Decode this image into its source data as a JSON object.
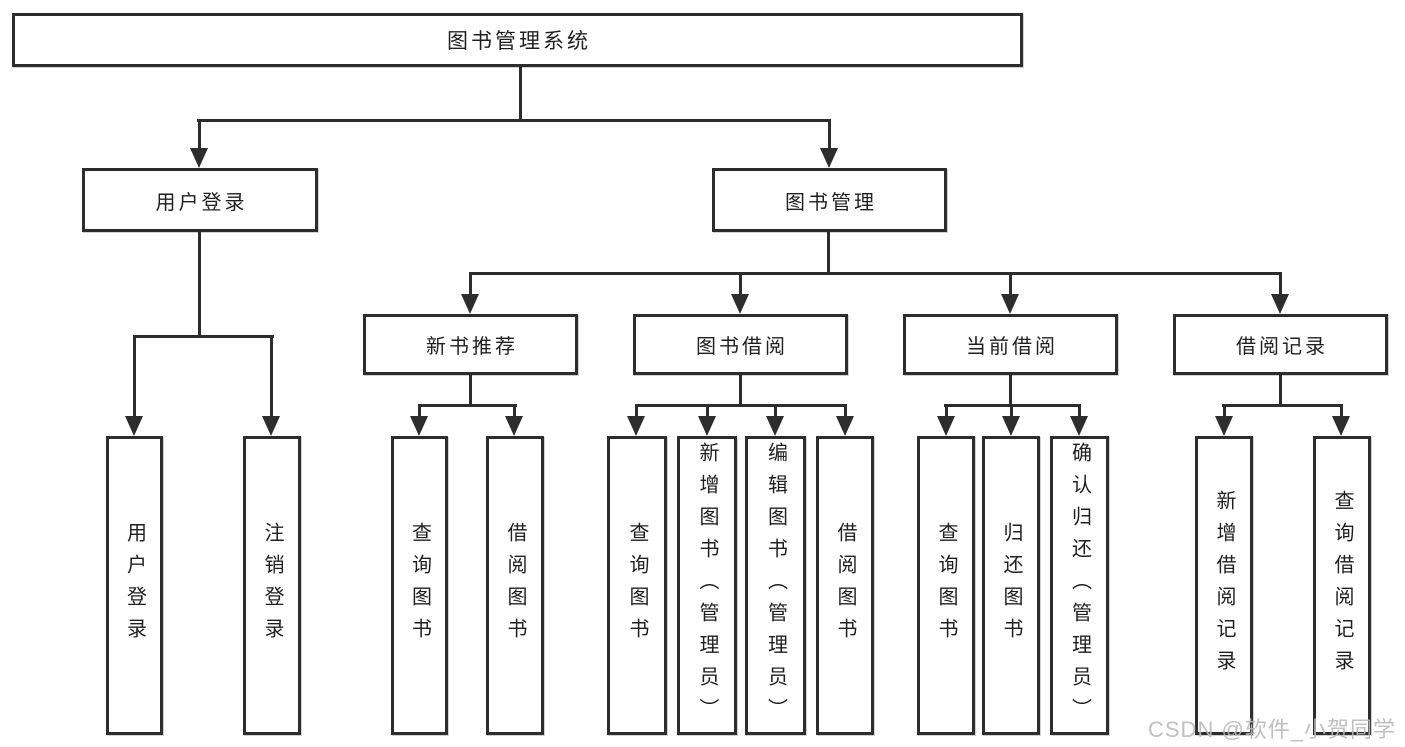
{
  "diagram": {
    "root": {
      "label": "图书管理系统"
    },
    "user_login": {
      "label": "用户登录",
      "children": [
        {
          "label": "用户登录"
        },
        {
          "label": "注销登录"
        }
      ]
    },
    "book_mgmt": {
      "label": "图书管理",
      "groups": [
        {
          "label": "新书推荐",
          "children": [
            {
              "label": "查询图书"
            },
            {
              "label": "借阅图书"
            }
          ]
        },
        {
          "label": "图书借阅",
          "children": [
            {
              "label": "查询图书"
            },
            {
              "label": "新增图书（管理员）"
            },
            {
              "label": "编辑图书（管理员）"
            },
            {
              "label": "借阅图书"
            }
          ]
        },
        {
          "label": "当前借阅",
          "children": [
            {
              "label": "查询图书"
            },
            {
              "label": "归还图书"
            },
            {
              "label": "确认归还（管理员）"
            }
          ]
        },
        {
          "label": "借阅记录",
          "children": [
            {
              "label": "新增借阅记录"
            },
            {
              "label": "查询借阅记录"
            }
          ]
        }
      ]
    }
  },
  "watermark": {
    "text": "CSDN @软件_小贺同学"
  },
  "colors": {
    "line": "#2d2d2d",
    "box_border": "#2d2d2d",
    "text": "#1f1f1f",
    "watermark": "#b9b9b9",
    "background": "#ffffff"
  }
}
